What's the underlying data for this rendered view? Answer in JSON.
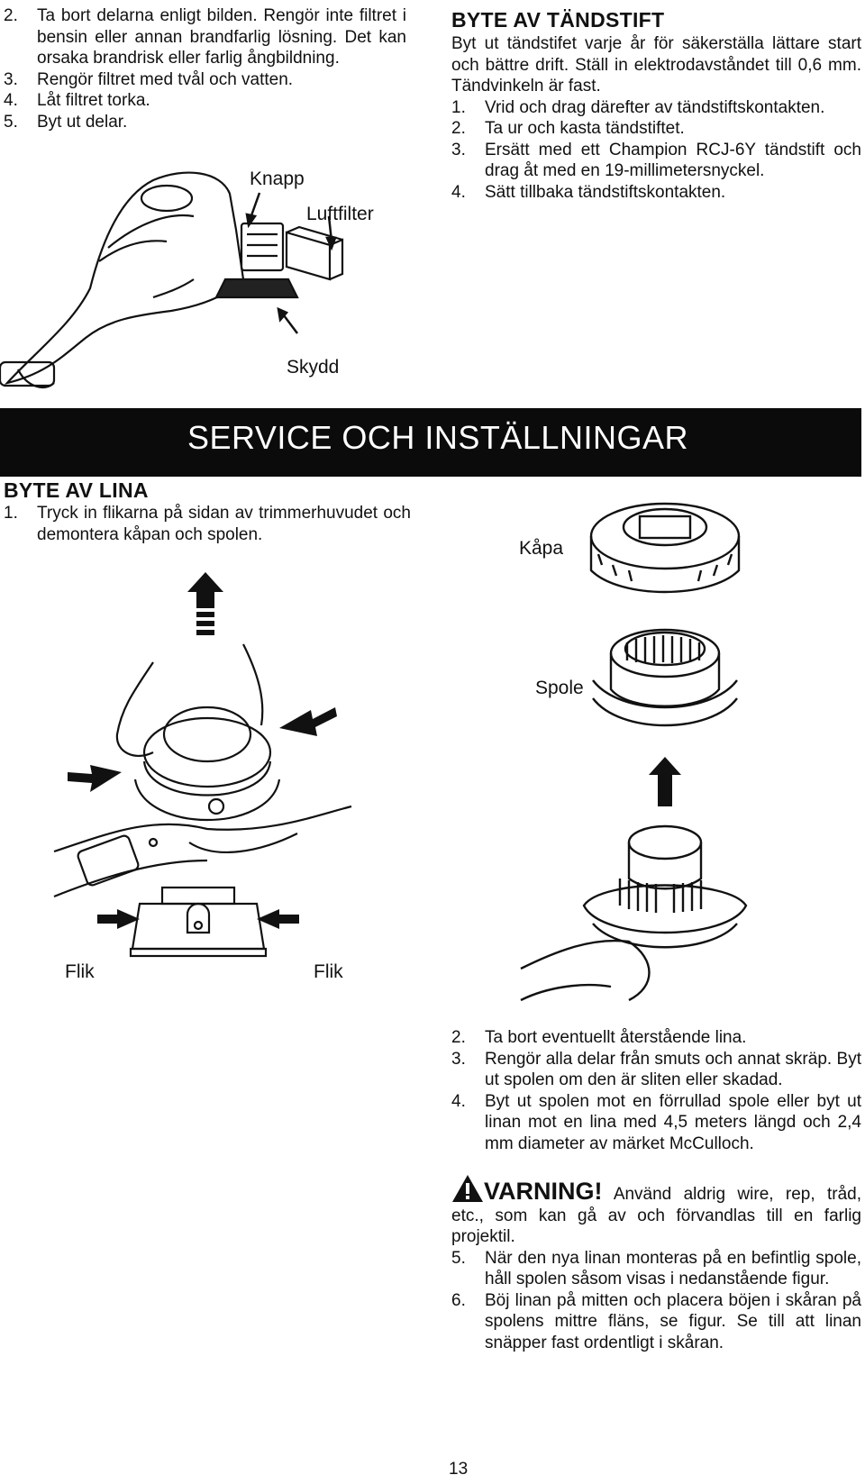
{
  "top_left": {
    "steps": [
      {
        "n": "2.",
        "text": "Ta bort delarna enligt bilden. Rengör inte filtret i bensin eller annan brandfarlig lösning. Det kan orsaka brandrisk eller farlig ångbildning."
      },
      {
        "n": "3.",
        "text": "Rengör filtret med tvål och vatten."
      },
      {
        "n": "4.",
        "text": "Låt filtret torka."
      },
      {
        "n": "5.",
        "text": "Byt ut delar."
      }
    ],
    "figure_labels": {
      "knapp": "Knapp",
      "luftfilter": "Luftfilter",
      "skydd": "Skydd"
    }
  },
  "spark_plug": {
    "title": "BYTE AV TÄNDSTIFT",
    "intro": "Byt ut tändstifet varje år för säkerställa lättare start och bättre drift. Ställ in elektrodavståndet till 0,6 mm. Tändvinkeln är fast.",
    "steps": [
      {
        "n": "1.",
        "text": "Vrid och drag därefter av tändstiftskontakten."
      },
      {
        "n": "2.",
        "text": "Ta ur och kasta tändstiftet."
      },
      {
        "n": "3.",
        "text": "Ersätt med ett Champion RCJ-6Y tändstift och drag åt med en 19-millimetersnyckel."
      },
      {
        "n": "4.",
        "text": "Sätt tillbaka tändstiftskontakten."
      }
    ]
  },
  "banner": {
    "title": "SERVICE OCH INSTÄLLNINGAR"
  },
  "line_change": {
    "title": "BYTE AV LINA",
    "step1": {
      "n": "1.",
      "text": "Tryck in flikarna på sidan av trimmerhuvudet och demontera kåpan och spolen."
    },
    "figure_labels": {
      "kapa": "Kåpa",
      "spole": "Spole",
      "flik_left": "Flik",
      "flik_right": "Flik"
    },
    "steps": [
      {
        "n": "2.",
        "text": "Ta bort eventuellt återstående lina."
      },
      {
        "n": "3.",
        "text": "Rengör alla delar från smuts och annat skräp. Byt ut spolen om den är sliten eller skadad."
      },
      {
        "n": "4.",
        "text": "Byt ut spolen mot en förrullad spole eller byt ut linan mot en lina med 4,5 meters längd och 2,4 mm diameter av märket McCulloch."
      }
    ],
    "warning": {
      "title": "VARNING!",
      "text": "Använd aldrig wire, rep, tråd, etc., som kan gå av och förvandlas till en farlig projektil."
    },
    "steps_after": [
      {
        "n": "5.",
        "text": "När den nya linan monteras på en befintlig spole, håll spolen såsom visas i nedanstående figur."
      },
      {
        "n": "6.",
        "text": "Böj linan på mitten och placera böjen i skåran på spolens mittre fläns, se figur. Se till att linan snäpper fast ordentligt i skåran."
      }
    ]
  },
  "page_number": "13"
}
